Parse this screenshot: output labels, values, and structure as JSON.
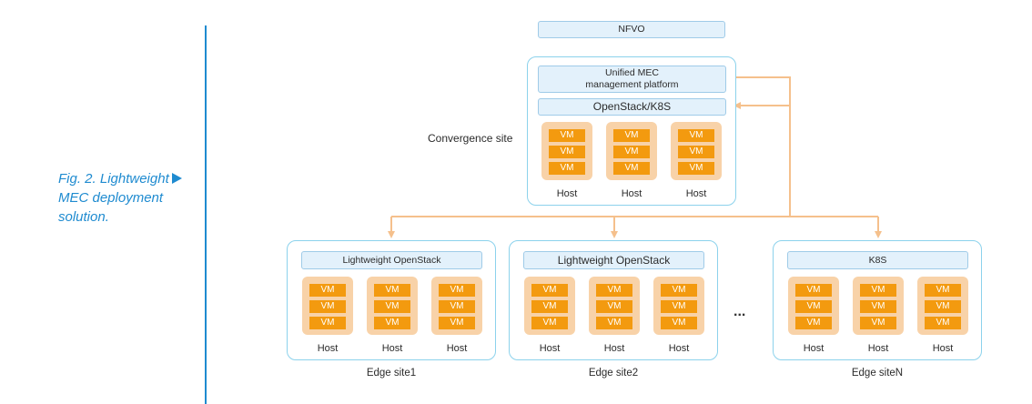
{
  "caption": "Fig. 2. Lightweight MEC deployment solution.",
  "nfvo": "NFVO",
  "convergence": {
    "label": "Convergence site",
    "platform": "Unified MEC management platform",
    "platform_line1": "Unified MEC",
    "platform_line2": "management platform",
    "infra": "OpenStack/K8S"
  },
  "edge_sites": [
    {
      "label": "Edge site1",
      "infra": "Lightweight OpenStack"
    },
    {
      "label": "Edge site2",
      "infra": "Lightweight OpenStack"
    },
    {
      "label": "Edge siteN",
      "infra": "K8S"
    }
  ],
  "host_label": "Host",
  "vm_label": "VM",
  "ellipsis": "...",
  "colors": {
    "site_border": "#8cd2ec",
    "bar_fill": "#e3f1fb",
    "host_fill": "#f8d2a8",
    "vm_fill": "#f39a0f",
    "connector": "#f5c08c",
    "caption": "#1f8bd0"
  }
}
